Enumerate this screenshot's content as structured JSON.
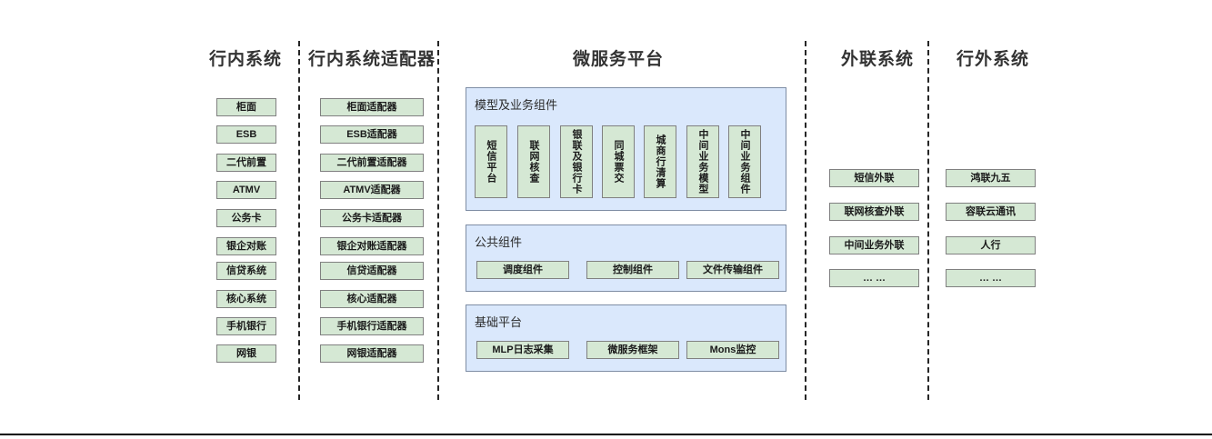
{
  "columns": {
    "internal_systems": {
      "title": "行内系统",
      "items": [
        "柜面",
        "ESB",
        "二代前置",
        "ATMV",
        "公务卡",
        "银企对账",
        "信贷系统",
        "核心系统",
        "手机银行",
        "网银"
      ]
    },
    "internal_adapters": {
      "title": "行内系统适配器",
      "items": [
        "柜面适配器",
        "ESB适配器",
        "二代前置适配器",
        "ATMV适配器",
        "公务卡适配器",
        "银企对账适配器",
        "信贷适配器",
        "核心适配器",
        "手机银行适配器",
        "网银适配器"
      ]
    },
    "microservice_platform": {
      "title": "微服务平台",
      "bands": [
        {
          "label": "模型及业务组件",
          "orientation": "vertical",
          "items": [
            "短信平台",
            "联网核查",
            "银联及银行卡",
            "同城票交",
            "城商行清算",
            "中间业务模型",
            "中间业务组件"
          ]
        },
        {
          "label": "公共组件",
          "orientation": "horizontal",
          "items": [
            "调度组件",
            "控制组件",
            "文件传输组件"
          ]
        },
        {
          "label": "基础平台",
          "orientation": "horizontal",
          "items": [
            "MLP日志采集",
            "微服务框架",
            "Mons监控"
          ]
        }
      ]
    },
    "external_link_systems": {
      "title": "外联系统",
      "items": [
        "短信外联",
        "联网核查外联",
        "中间业务外联",
        "… …"
      ]
    },
    "offbank_systems": {
      "title": "行外系统",
      "items": [
        "鸿联九五",
        "容联云通讯",
        "人行",
        "… …"
      ]
    }
  },
  "colors": {
    "node_fill": "#d5e8d4",
    "node_border": "#808080",
    "panel_fill": "#dae8fc",
    "panel_border": "#7e8da4",
    "title_text": "#333333",
    "divider": "#262626"
  }
}
